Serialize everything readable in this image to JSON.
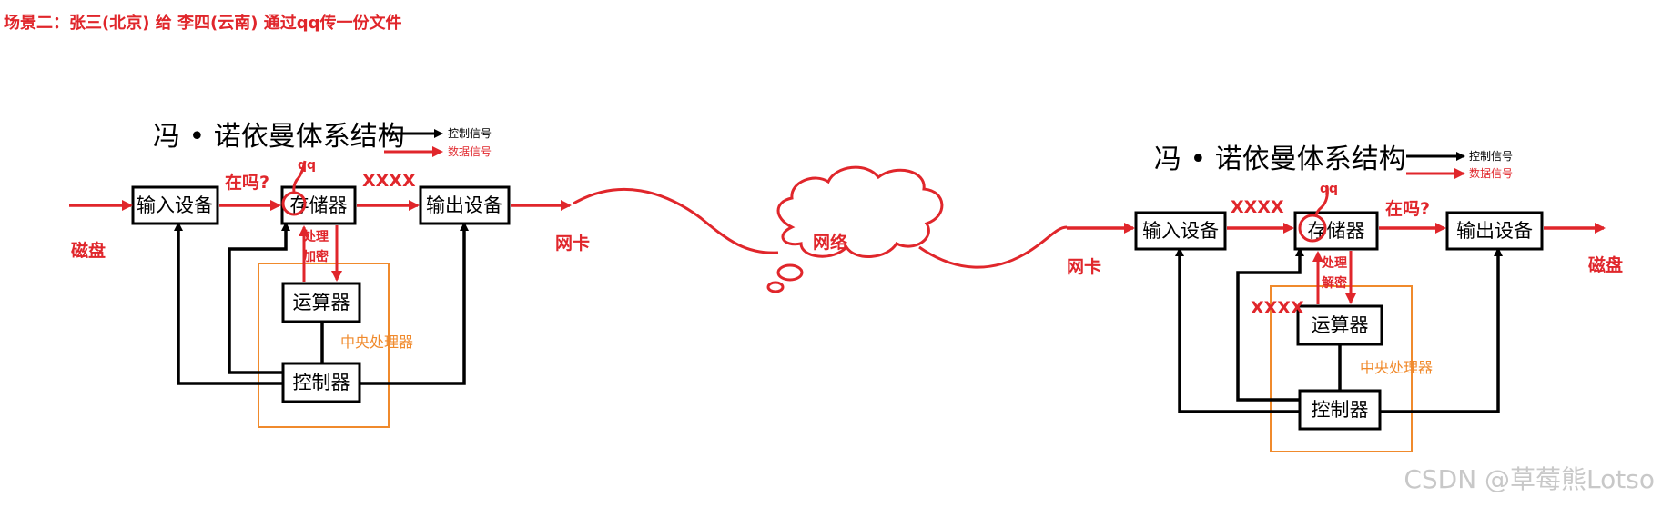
{
  "scene_title": "场景二：张三(北京)  给  李四(云南)  通过qq传一份文件",
  "left": {
    "title": "冯 • 诺依曼体系结构",
    "legend_control": "控制信号",
    "legend_data": "数据信号",
    "input": "输入设备",
    "memory": "存储器",
    "output": "输出设备",
    "alu": "运算器",
    "controller": "控制器",
    "cpu_label": "中央处理器",
    "disk": "磁盘",
    "nic": "网卡",
    "ask": "在吗?",
    "qq": "qq",
    "xxxx": "XXXX",
    "process1": "处理",
    "process2": "加密"
  },
  "network": "网络",
  "right": {
    "title": "冯 • 诺依曼体系结构",
    "legend_control": "控制信号",
    "legend_data": "数据信号",
    "input": "输入设备",
    "memory": "存储器",
    "output": "输出设备",
    "alu": "运算器",
    "controller": "控制器",
    "cpu_label": "中央处理器",
    "disk": "磁盘",
    "nic": "网卡",
    "ask": "在吗?",
    "qq": "qq",
    "xxxx_in": "XXXX",
    "xxxx_alu": "XXXX",
    "process1": "处理",
    "process2": "解密"
  },
  "watermark": "CSDN @草莓熊Lotso"
}
